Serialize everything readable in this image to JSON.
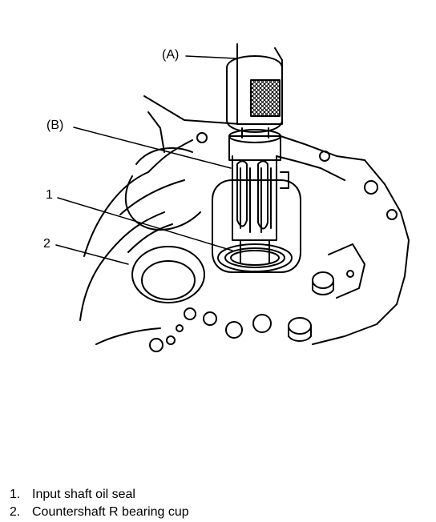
{
  "callouts": {
    "tool_a": "(A)",
    "tool_b": "(B)",
    "item_1": "1",
    "item_2": "2"
  },
  "legend": [
    {
      "number": "1.",
      "text": "Input shaft oil seal"
    },
    {
      "number": "2.",
      "text": "Countershaft R bearing cup"
    }
  ]
}
